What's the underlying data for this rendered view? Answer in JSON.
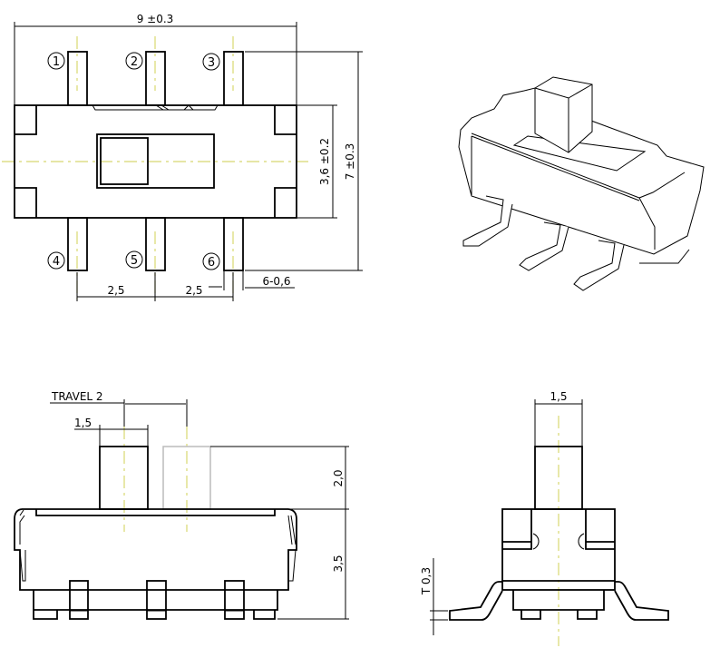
{
  "top_view": {
    "width_dim": "9 ±0.3",
    "body_height_dim": "3,6 ±0.2",
    "total_height_dim": "7 ±0.3",
    "pitch_left": "2,5",
    "pitch_right": "2,5",
    "pin_width_dim": "6-0,6",
    "pin_numbers": [
      "1",
      "2",
      "3",
      "4",
      "5",
      "6"
    ]
  },
  "side_view": {
    "travel_label": "TRAVEL 2",
    "actuator_width": "1,5",
    "actuator_height": "2,0",
    "body_height": "3,5"
  },
  "front_view": {
    "actuator_width": "1,5",
    "thickness": "T 0,3"
  },
  "colors": {
    "centerline": "#d8d870",
    "ghost": "#bbbbbb"
  }
}
